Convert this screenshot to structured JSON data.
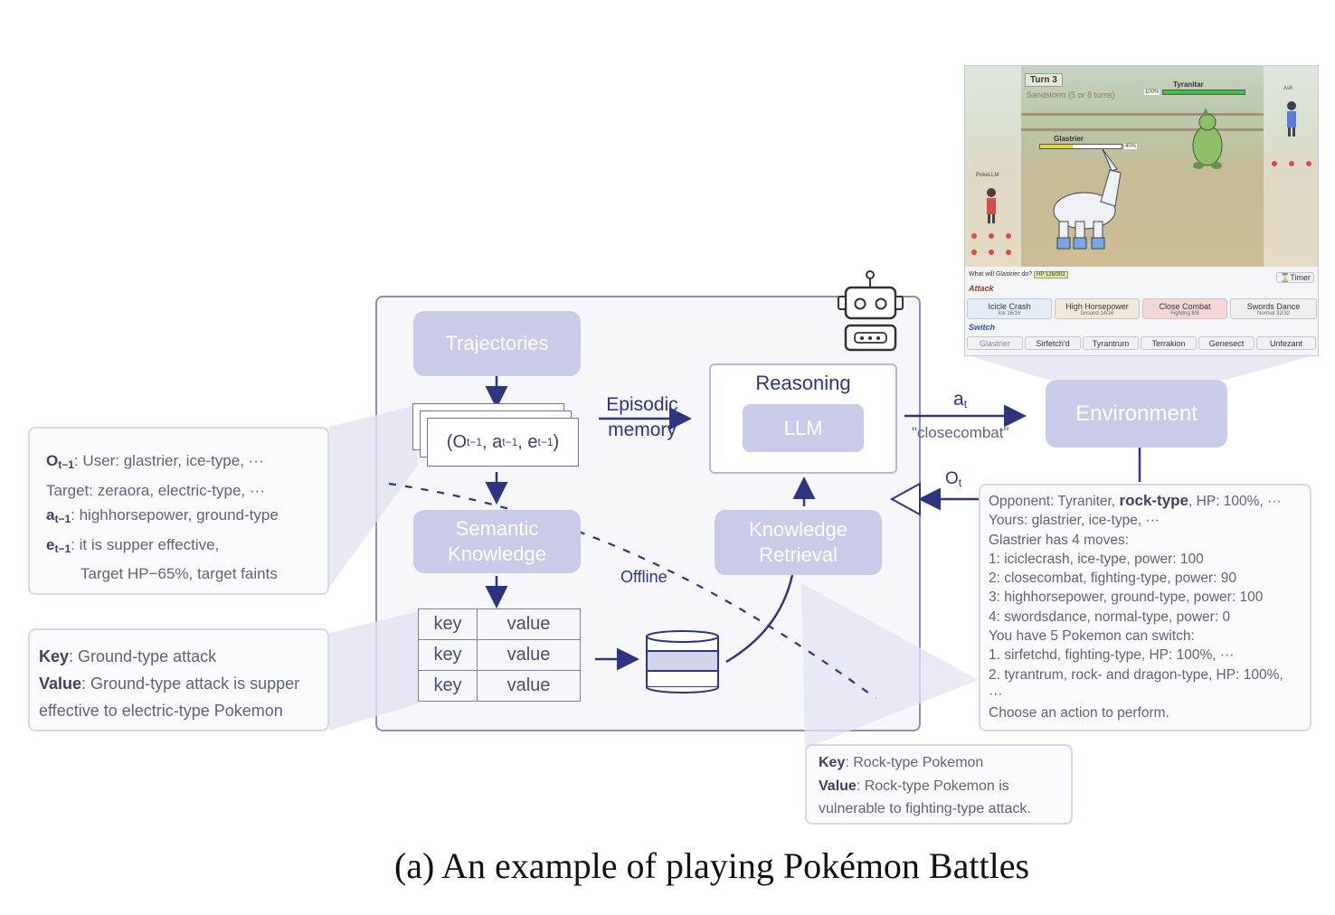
{
  "caption": "(a) An example of playing Pokémon Battles",
  "nodes": {
    "trajectories": "Trajectories",
    "semantic_knowledge": [
      "Semantic",
      "Knowledge"
    ],
    "knowledge_retrieval": [
      "Knowledge",
      "Retrieval"
    ],
    "reasoning": "Reasoning",
    "llm": "LLM",
    "environment": "Environment"
  },
  "labels": {
    "episodic": [
      "Episodic",
      "memory"
    ],
    "offline": "Offline",
    "action": "a",
    "action_sub": "t",
    "action_value": "\"closecombat\"",
    "observation": "O",
    "observation_sub": "t",
    "tuple": "(O",
    "tuple_parts": [
      "t−1",
      ", a",
      "t−1",
      ", e",
      "t−1",
      ")"
    ]
  },
  "table": {
    "rows": [
      {
        "key": "key",
        "value": "value"
      },
      {
        "key": "key",
        "value": "value"
      },
      {
        "key": "key",
        "value": "value"
      }
    ]
  },
  "trajectory_panel": {
    "o_label": "O",
    "o_sub": "t−1",
    "o_text": ": User: glastrier, ice-type, ···",
    "target_text": "Target: zeraora, electric-type, ···",
    "a_label": "a",
    "a_sub": "t−1",
    "a_text": ": highhorsepower, ground-type",
    "e_label": "e",
    "e_sub": "t−1",
    "e_text": ": it is supper effective,",
    "e_text2": "Target HP−65%, target faints"
  },
  "knowledge_panel_left": {
    "key_label": "Key",
    "key_text": ": Ground-type attack",
    "value_label": "Value",
    "value_text": ": Ground-type attack is supper",
    "value_text2": "effective to electric-type Pokemon"
  },
  "knowledge_panel_bottom": {
    "key_label": "Key",
    "key_text": ": Rock-type Pokemon",
    "value_label": "Value",
    "value_text": ": Rock-type Pokemon is",
    "value_text2": "vulnerable to fighting-type attack."
  },
  "observation_panel": {
    "line1_pre": "Opponent: Tyraniter, ",
    "line1_bold": "rock-type",
    "line1_post": ", HP: 100%, ···",
    "lines": [
      "Yours: glastrier, ice-type, ···",
      "Glastrier has 4 moves:",
      "1: iciclecrash, ice-type, power: 100",
      "2: closecombat, fighting-type, power: 90",
      "3: highhorsepower, ground-type, power: 100",
      "4: swordsdance, normal-type, power: 0",
      "You have 5 Pokemon can switch:",
      "1. sirfetchd, fighting-type, HP: 100%, ···",
      "2. tyrantrum, rock- and dragon-type, HP: 100%,",
      "···",
      "Choose an action to perform."
    ]
  },
  "game": {
    "turn": "Turn 3",
    "weather": "Sandstorm (5 or 8 turns)",
    "opponent_name": "Tyranitar",
    "opponent_hp": "100%",
    "player_name": "Glastrier",
    "player_hp": "40%",
    "left_trainer": "PokeLLM",
    "right_trainer": "Ash",
    "prompt": "What will Glastrier do?",
    "hp_badge": "HP 126/302",
    "timer": "Timer",
    "attack_label": "Attack",
    "switch_label": "Switch",
    "moves": [
      {
        "name": "Icicle Crash",
        "type": "Ice",
        "pp": "16/16"
      },
      {
        "name": "High Horsepower",
        "type": "Ground",
        "pp": "14/16"
      },
      {
        "name": "Close Combat",
        "type": "Fighting",
        "pp": "8/8"
      },
      {
        "name": "Swords Dance",
        "type": "Normal",
        "pp": "32/32"
      }
    ],
    "switches": [
      "Glastrier",
      "Sirfetch'd",
      "Tyrantrum",
      "Terrakion",
      "Genesect",
      "Unfezant"
    ]
  }
}
